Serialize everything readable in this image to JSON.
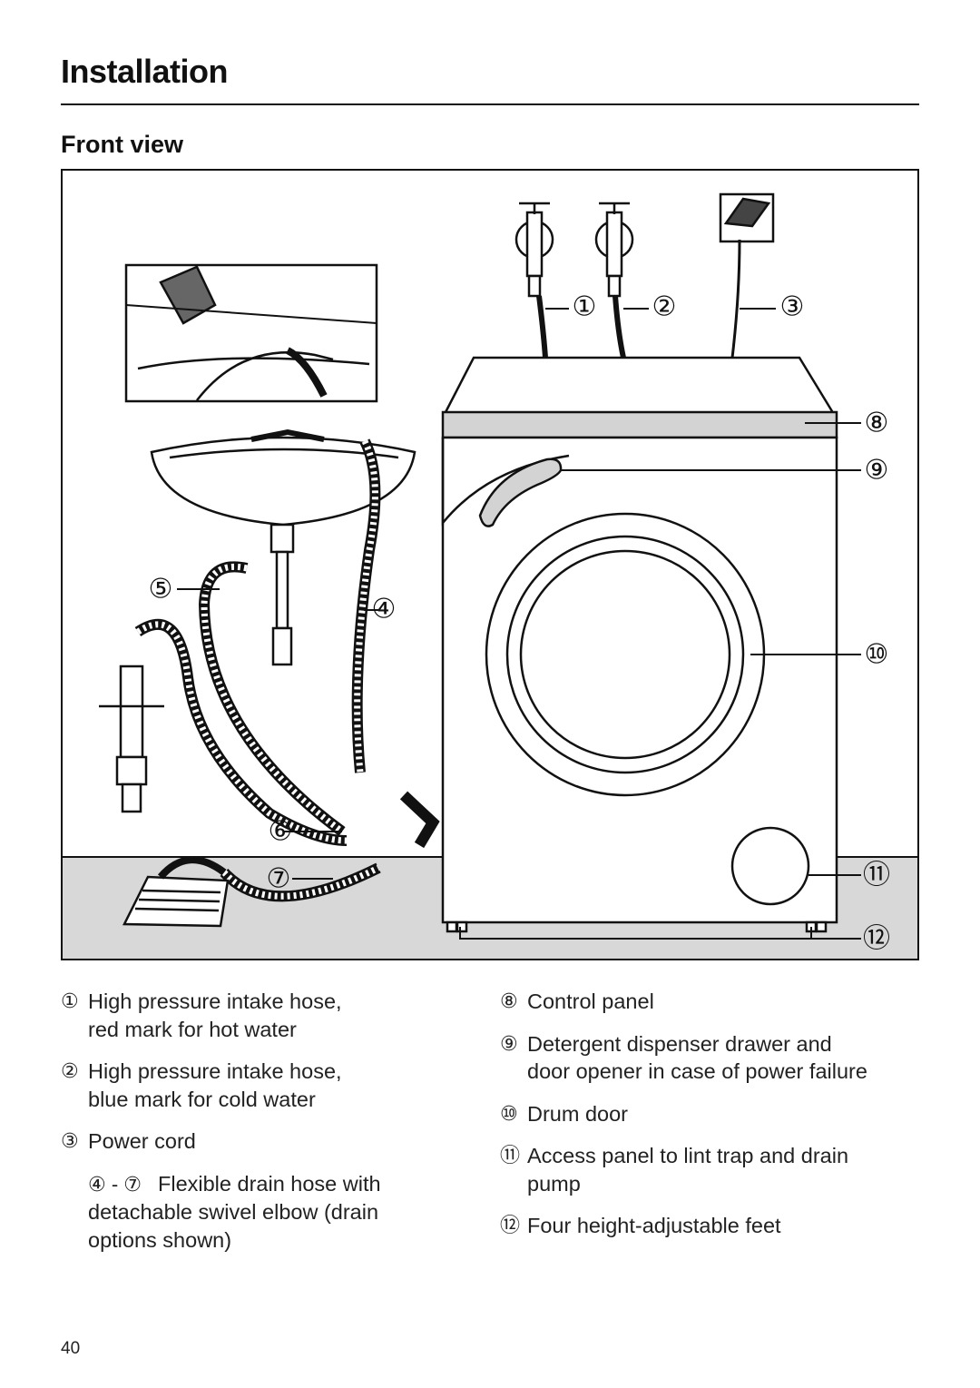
{
  "header": {
    "title": "Installation"
  },
  "section": {
    "title": "Front view"
  },
  "figure": {
    "callouts": [
      "①",
      "②",
      "③",
      "④",
      "⑤",
      "⑥",
      "⑦",
      "⑧",
      "⑨",
      "⑩",
      "⑪",
      "⑫"
    ]
  },
  "legend": {
    "left": [
      {
        "mark": "①",
        "lines": [
          "High pressure intake hose,",
          "red mark for hot water"
        ]
      },
      {
        "mark": "②",
        "lines": [
          "High pressure intake hose,",
          "blue mark for cold water"
        ]
      },
      {
        "mark": "③",
        "lines": [
          "Power cord"
        ]
      },
      {
        "mark": "④ - ⑦",
        "lines": [
          "Flexible drain hose with",
          "detachable swivel elbow (drain",
          "options shown)"
        ]
      }
    ],
    "right": [
      {
        "mark": "⑧",
        "lines": [
          "Control panel"
        ]
      },
      {
        "mark": "⑨",
        "lines": [
          "Detergent dispenser drawer and",
          "door opener in case of power failure"
        ]
      },
      {
        "mark": "⑩",
        "lines": [
          "Drum door"
        ]
      },
      {
        "mark": "⑪",
        "lines": [
          "Access panel to lint trap and drain",
          "pump"
        ]
      },
      {
        "mark": "⑫",
        "lines": [
          "Four height-adjustable feet"
        ]
      }
    ]
  },
  "footer": {
    "page_number": "40"
  }
}
